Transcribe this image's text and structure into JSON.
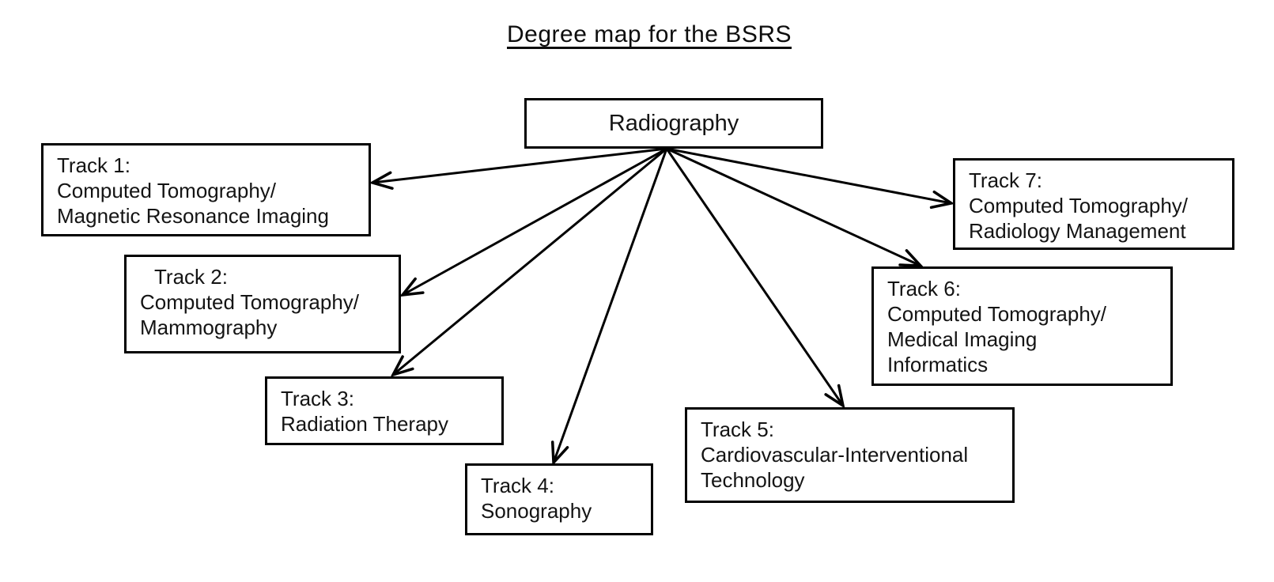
{
  "title": "Degree map for the BSRS",
  "root": {
    "label": "Radiography"
  },
  "tracks": [
    {
      "lines": [
        "Track 1:",
        "Computed Tomography/",
        "Magnetic Resonance Imaging"
      ]
    },
    {
      "lines": [
        "Track 2:",
        "Computed Tomography/",
        "Mammography"
      ]
    },
    {
      "lines": [
        "Track 3:",
        "Radiation Therapy"
      ]
    },
    {
      "lines": [
        "Track 4:",
        "Sonography"
      ]
    },
    {
      "lines": [
        "Track 5:",
        "Cardiovascular-Interventional",
        "Technology"
      ]
    },
    {
      "lines": [
        "Track 6:",
        "Computed Tomography/",
        "Medical Imaging",
        "Informatics"
      ]
    },
    {
      "lines": [
        "Track 7:",
        "Computed Tomography/",
        "Radiology Management"
      ]
    }
  ],
  "edges": [
    {
      "from": "Radiography",
      "to": "Track 1"
    },
    {
      "from": "Radiography",
      "to": "Track 2"
    },
    {
      "from": "Radiography",
      "to": "Track 3"
    },
    {
      "from": "Radiography",
      "to": "Track 4"
    },
    {
      "from": "Radiography",
      "to": "Track 5"
    },
    {
      "from": "Radiography",
      "to": "Track 6"
    },
    {
      "from": "Radiography",
      "to": "Track 7"
    }
  ],
  "colors": {
    "background": "#ffffff",
    "line": "#000000",
    "text": "#141414"
  }
}
